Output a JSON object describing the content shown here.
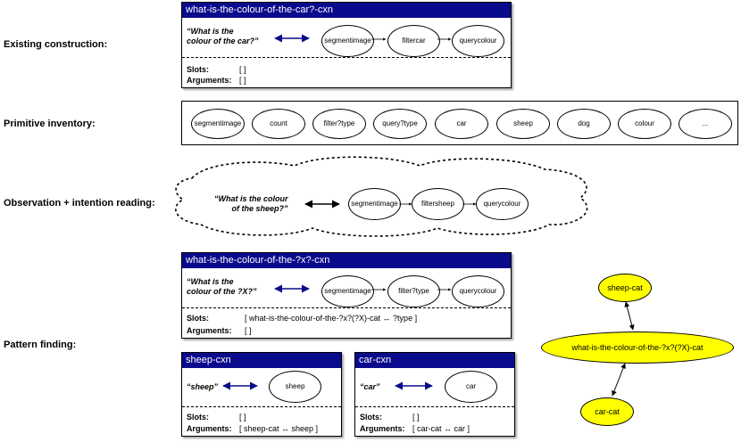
{
  "rows": {
    "existing": "Existing construction:",
    "inventory": "Primitive inventory:",
    "observation": "Observation + intention reading:",
    "pattern": "Pattern finding:"
  },
  "existing_cxn": {
    "title": "what-is-the-colour-of-the-car?-cxn",
    "question_l1": "“What is the",
    "question_l2": "colour of the car?”",
    "nodes": [
      [
        "segment",
        "image"
      ],
      [
        "filter",
        "car"
      ],
      [
        "query",
        "colour"
      ]
    ],
    "slots_label": "Slots:",
    "slots_value": "[ ]",
    "args_label": "Arguments:",
    "args_value": "[ ]"
  },
  "inventory": [
    [
      "segment",
      "image"
    ],
    [
      "count",
      ""
    ],
    [
      "filter",
      "?type"
    ],
    [
      "query",
      "?type"
    ],
    [
      "car",
      ""
    ],
    [
      "sheep",
      ""
    ],
    [
      "dog",
      ""
    ],
    [
      "colour",
      ""
    ],
    [
      "...",
      ""
    ]
  ],
  "observation": {
    "question_l1": "“What is the colour",
    "question_l2": "of the sheep?”",
    "nodes": [
      [
        "segment",
        "image"
      ],
      [
        "filter",
        "sheep"
      ],
      [
        "query",
        "colour"
      ]
    ]
  },
  "pattern_cxn": {
    "title": "what-is-the-colour-of-the-?x?-cxn",
    "question_l1": "“What is the",
    "question_l2": "colour of the ?X?”",
    "nodes": [
      [
        "segment",
        "image"
      ],
      [
        "filter",
        "?type"
      ],
      [
        "query",
        "colour"
      ]
    ],
    "slots_label": "Slots:",
    "slots_value": "[ what-is-the-colour-of-the-?x?(?X)-cat ↔ ?type ]",
    "args_label": "Arguments:",
    "args_value": "[ ]"
  },
  "sheep_cxn": {
    "title": "sheep-cxn",
    "question": "“sheep”",
    "node": "sheep",
    "slots_label": "Slots:",
    "slots_value": "[ ]",
    "args_label": "Arguments:",
    "args_value": "[ sheep-cat ↔ sheep ]"
  },
  "car_cxn": {
    "title": "car-cxn",
    "question": "“car”",
    "node": "car",
    "slots_label": "Slots:",
    "slots_value": "[ ]",
    "args_label": "Arguments:",
    "args_value": "[ car-cat ↔ car ]"
  },
  "graph": {
    "top": "sheep-cat",
    "middle": "what-is-the-colour-of-the-?x?(?X)-cat",
    "bottom": "car-cat",
    "fill": "#ffff00"
  },
  "colors": {
    "title_bar": "#0a0a8c",
    "arrow_blue": "#0a0a8c"
  }
}
